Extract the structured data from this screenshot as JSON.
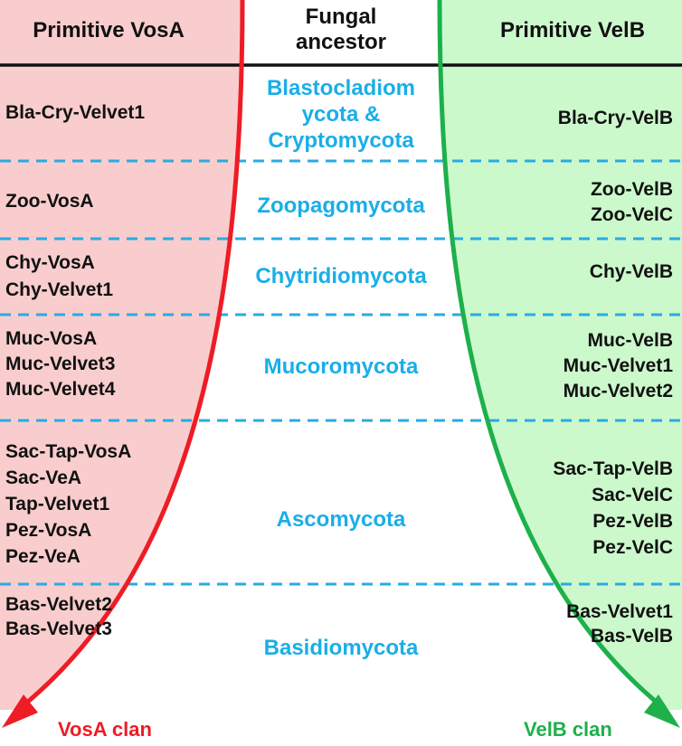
{
  "headers": {
    "left": "Primitive VosA",
    "middle_line1": "Fungal",
    "middle_line2": "ancestor",
    "right": "Primitive VelB"
  },
  "groups": [
    {
      "name_lines": [
        "Blastocladiom",
        "ycota &",
        "Cryptomycota"
      ],
      "left": [
        "Bla-Cry-Velvet1"
      ],
      "right": [
        "Bla-Cry-VelB"
      ]
    },
    {
      "name_lines": [
        "Zoopagomycota"
      ],
      "left": [
        "Zoo-VosA"
      ],
      "right": [
        "Zoo-VelB",
        "Zoo-VelC"
      ]
    },
    {
      "name_lines": [
        "Chytridiomycota"
      ],
      "left": [
        "Chy-VosA",
        "Chy-Velvet1"
      ],
      "right": [
        "Chy-VelB"
      ]
    },
    {
      "name_lines": [
        "Mucoromycota"
      ],
      "left": [
        "Muc-VosA",
        "Muc-Velvet3",
        "Muc-Velvet4"
      ],
      "right": [
        "Muc-VelB",
        "Muc-Velvet1",
        "Muc-Velvet2"
      ]
    },
    {
      "name_lines": [
        "Ascomycota"
      ],
      "left": [
        "Sac-Tap-VosA",
        "Sac-VeA",
        "Tap-Velvet1",
        "Pez-VosA",
        "Pez-VeA"
      ],
      "right": [
        "Sac-Tap-VelB",
        "Sac-VelC",
        "Pez-VelB",
        "Pez-VelC"
      ]
    },
    {
      "name_lines": [
        "Basidiomycota"
      ],
      "left": [
        "Bas-Velvet2",
        "Bas-Velvet3"
      ],
      "right": [
        "Bas-Velvet1",
        "Bas-VelB"
      ]
    }
  ],
  "clans": {
    "left": "VosA clan",
    "right": "VelB clan"
  },
  "colors": {
    "vosa_fill": "#f9cdcd",
    "vosa_line": "#ee1c25",
    "velb_fill": "#ccf9cc",
    "velb_line": "#1db04b",
    "group_text": "#1aaee8",
    "divider": "#29abe2"
  }
}
